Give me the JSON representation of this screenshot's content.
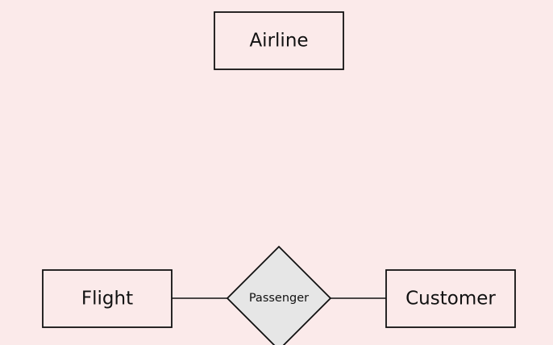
{
  "diagram": {
    "entities": [
      {
        "id": "airline",
        "label": "Airline"
      },
      {
        "id": "flight",
        "label": "Flight"
      },
      {
        "id": "customer",
        "label": "Customer"
      }
    ],
    "relationships": [
      {
        "id": "passenger",
        "label": "Passenger"
      }
    ],
    "colors": {
      "background": "#fbeaea",
      "entity_fill": "#fbeaea",
      "relationship_fill": "#e6e6e6",
      "stroke": "#111111"
    }
  }
}
